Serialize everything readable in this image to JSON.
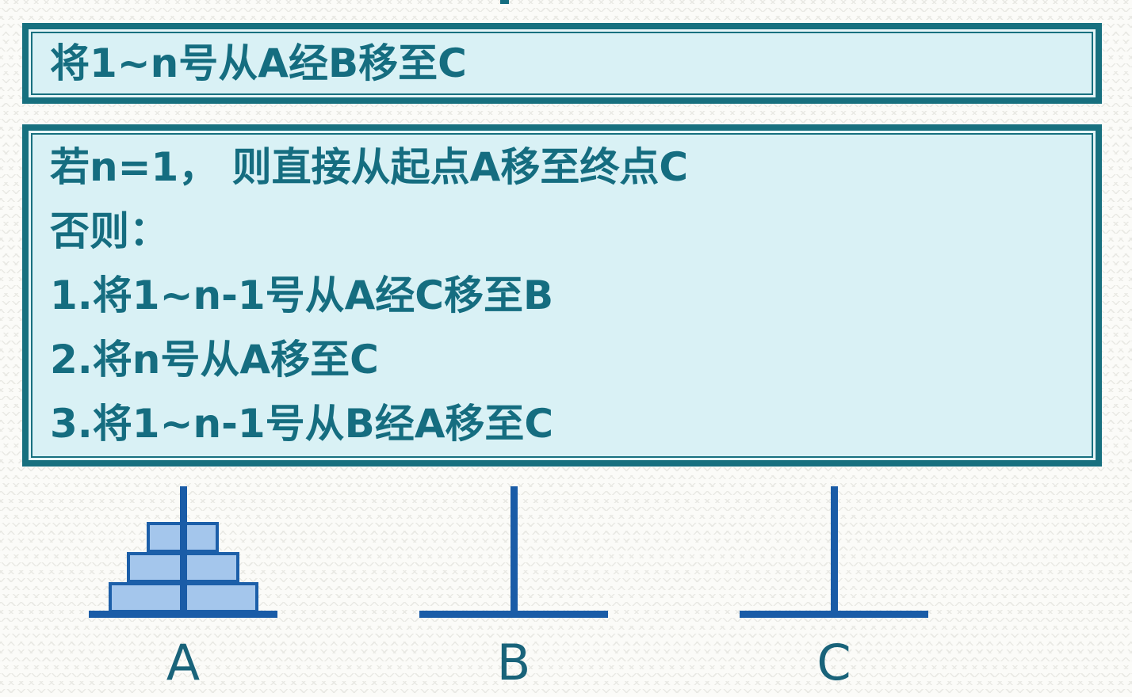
{
  "slide": {
    "description": "Tower of Hanoi recursive algorithm slide",
    "top_cut_mark": "partial glyph of cut-off title at top edge"
  },
  "colors": {
    "teal_border_text": "#156d80",
    "box_fill": "#d9f1f5",
    "box_gap": "#e7f6f8",
    "peg_blue": "#1a5ca7",
    "disk_fill": "#a4c6ec",
    "disk_border": "#1c5fa9",
    "label_teal": "#19637a",
    "page_bg": "#fbfbf8",
    "pattern_line": "#e9e9e4"
  },
  "instruction_box": {
    "text": "将1~n号从A经B移至C"
  },
  "recursion_box": {
    "lines": [
      "若n=1， 则直接从起点A移至终点C",
      "否则：",
      "1.将1~n-1号从A经C移至B",
      "2.将n号从A移至C",
      "3.将1~n-1号从B经A移至C"
    ]
  },
  "pegs": [
    {
      "label": "A",
      "disk_count": 3
    },
    {
      "label": "B",
      "disk_count": 0
    },
    {
      "label": "C",
      "disk_count": 0
    }
  ]
}
